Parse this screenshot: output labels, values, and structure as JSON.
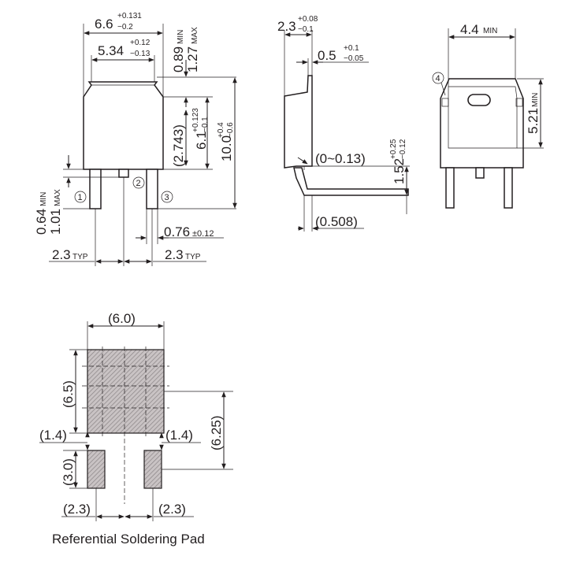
{
  "colors": {
    "line": "#231f20",
    "background": "#ffffff",
    "hatch": "#8a8486"
  },
  "top_view": {
    "width": {
      "main": "6.6",
      "sup": "+0.131",
      "sub": "−0.2"
    },
    "tab_width": {
      "main": "5.34",
      "sup": "+0.12",
      "sub": "−0.13"
    },
    "dim_089": {
      "main": "0.89",
      "qual": "MIN"
    },
    "dim_127": {
      "main": "1.27",
      "qual": "MAX"
    },
    "body_height": {
      "main": "6.1",
      "sup": "+0.123",
      "sub": "−0.1"
    },
    "total_height": {
      "main": "10.0",
      "sup": "+0.4",
      "sub": "−0.6"
    },
    "dim_2743": "(2.743)",
    "dim_064": {
      "main": "0.64",
      "qual": "MIN"
    },
    "dim_101": {
      "main": "1.01",
      "qual": "MAX"
    },
    "pin1": "1",
    "pin2": "2",
    "pin3": "3",
    "lead_width": {
      "main": "0.76",
      "tol": "±0.12"
    },
    "pitch_left": {
      "main": "2.3",
      "qual": "TYP"
    },
    "pitch_right": {
      "main": "2.3",
      "qual": "TYP"
    }
  },
  "side_view": {
    "thickness": {
      "main": "2.3",
      "sup": "+0.08",
      "sub": "−0.1"
    },
    "tab_thickness": {
      "main": "0.5",
      "sup": "+0.1",
      "sub": "−0.05"
    },
    "standoff": "(0~0.13)",
    "lead_length": {
      "main": "1.52",
      "sup": "+0.25",
      "sub": "−0.12"
    },
    "lead_thickness": "(0.508)"
  },
  "back_view": {
    "tab_label": "4",
    "width": {
      "main": "4.4",
      "qual": "MIN"
    },
    "height": {
      "main": "5.21",
      "qual": "MIN"
    }
  },
  "pad_view": {
    "width": "(6.0)",
    "height": "(6.5)",
    "gap_left": "(1.4)",
    "gap_right": "(1.4)",
    "span": "(6.25)",
    "pad_len": "(3.0)",
    "pitch_left": "(2.3)",
    "pitch_right": "(2.3)",
    "caption": "Referential Soldering Pad"
  }
}
